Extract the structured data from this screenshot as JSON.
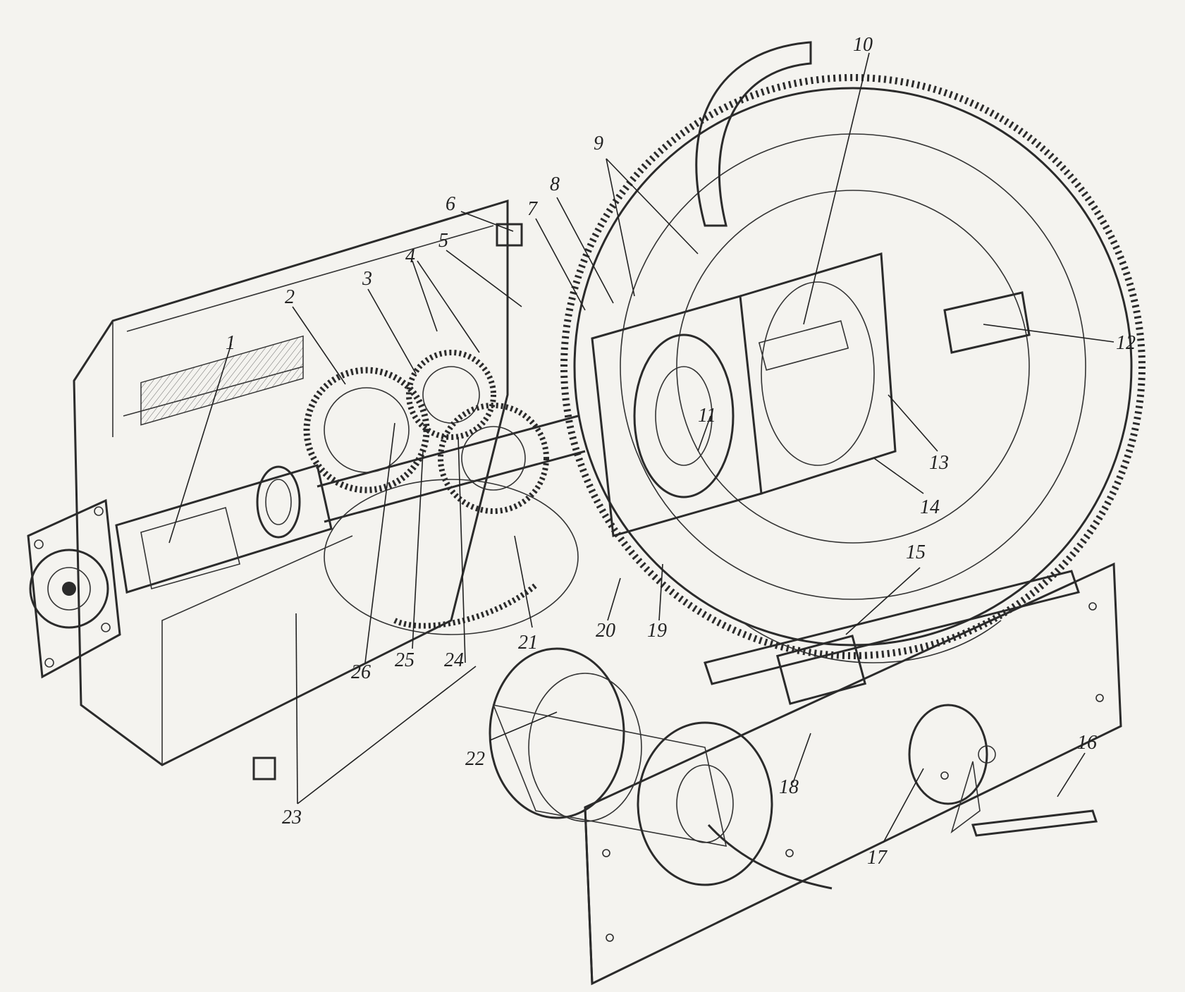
{
  "callouts": [
    {
      "id": 1,
      "label": "1"
    },
    {
      "id": 2,
      "label": "2"
    },
    {
      "id": 3,
      "label": "3"
    },
    {
      "id": 4,
      "label": "4"
    },
    {
      "id": 5,
      "label": "5"
    },
    {
      "id": 6,
      "label": "6"
    },
    {
      "id": 7,
      "label": "7"
    },
    {
      "id": 8,
      "label": "8"
    },
    {
      "id": 9,
      "label": "9"
    },
    {
      "id": 10,
      "label": "10"
    },
    {
      "id": 11,
      "label": "11"
    },
    {
      "id": 12,
      "label": "12"
    },
    {
      "id": 13,
      "label": "13"
    },
    {
      "id": 14,
      "label": "14"
    },
    {
      "id": 15,
      "label": "15"
    },
    {
      "id": 16,
      "label": "16"
    },
    {
      "id": 17,
      "label": "17"
    },
    {
      "id": 18,
      "label": "18"
    },
    {
      "id": 19,
      "label": "19"
    },
    {
      "id": 20,
      "label": "20"
    },
    {
      "id": 21,
      "label": "21"
    },
    {
      "id": 22,
      "label": "22"
    },
    {
      "id": 23,
      "label": "23"
    },
    {
      "id": 24,
      "label": "24"
    },
    {
      "id": 25,
      "label": "25"
    },
    {
      "id": 26,
      "label": "26"
    }
  ],
  "colors": {
    "paper": "#f4f3ef",
    "ink": "#2b2b2b"
  }
}
